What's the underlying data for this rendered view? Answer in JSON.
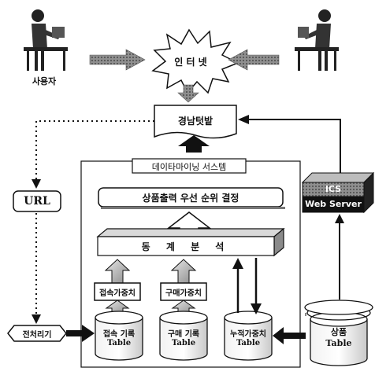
{
  "labels": {
    "user": "사용자",
    "internet": "인 터 넷",
    "site": "경남텃밭",
    "datamining": "데이타마이닝 서스템",
    "priority": "상품출력 우선 순위 결정",
    "stats": "동 계 분 석",
    "url": "URL",
    "preprocessor": "전처리기",
    "access_weight": "접속가중치",
    "purchase_weight": "구매가중치",
    "access_log": "접속 기록",
    "purchase_log": "구매 기록",
    "cumulative_weight": "누적가중치",
    "table": "Table",
    "product": "상품",
    "ics": "ICS",
    "web_server": "Web Server"
  }
}
